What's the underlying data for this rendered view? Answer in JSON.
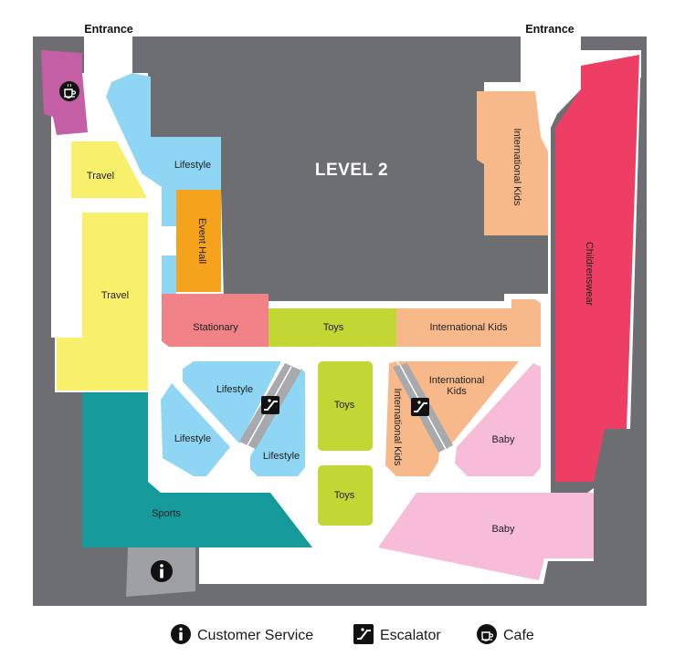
{
  "map": {
    "level_title": "LEVEL 2",
    "entrances": {
      "left": "Entrance",
      "right": "Entrance"
    },
    "colors": {
      "background": "#6d6e71",
      "walkway": "#ffffff",
      "travel": "#f8ef6a",
      "lifestyle": "#8fd6f4",
      "event_hall": "#f5a21c",
      "stationary": "#f08288",
      "toys": "#c2d733",
      "international_kids": "#f8b98a",
      "childrenswear": "#ee3e63",
      "sports": "#15999a",
      "baby": "#f6bcd8",
      "cafe_zone": "#c45fa6",
      "customer_service_zone": "#9fa0a3",
      "escalator": "#a7a9ac"
    },
    "stores": {
      "travel_upper": "Travel",
      "lifestyle_upper": "Lifestyle",
      "event_hall": "Event Hall",
      "international_kids_upper": "International Kids",
      "childrenswear": "Childrenswear",
      "travel_lower": "Travel",
      "stationary": "Stationary",
      "toys_strip": "Toys",
      "international_kids_strip": "International Kids",
      "lifestyle_center_top": "Lifestyle",
      "lifestyle_center_left": "Lifestyle",
      "lifestyle_center_right": "Lifestyle",
      "toys_center_top": "Toys",
      "toys_center_bottom": "Toys",
      "international_kids_center": "International Kids",
      "international_kids_vertical": "International Kids",
      "baby_small": "Baby",
      "sports": "Sports",
      "baby_large": "Baby"
    },
    "icons": {
      "cafe": "cafe-icon",
      "info": "customer-service-icon",
      "escalator": "escalator-icon"
    }
  },
  "legend": {
    "items": [
      {
        "icon": "customer-service-icon",
        "label": "Customer Service"
      },
      {
        "icon": "escalator-icon",
        "label": "Escalator"
      },
      {
        "icon": "cafe-icon",
        "label": "Cafe"
      }
    ]
  }
}
